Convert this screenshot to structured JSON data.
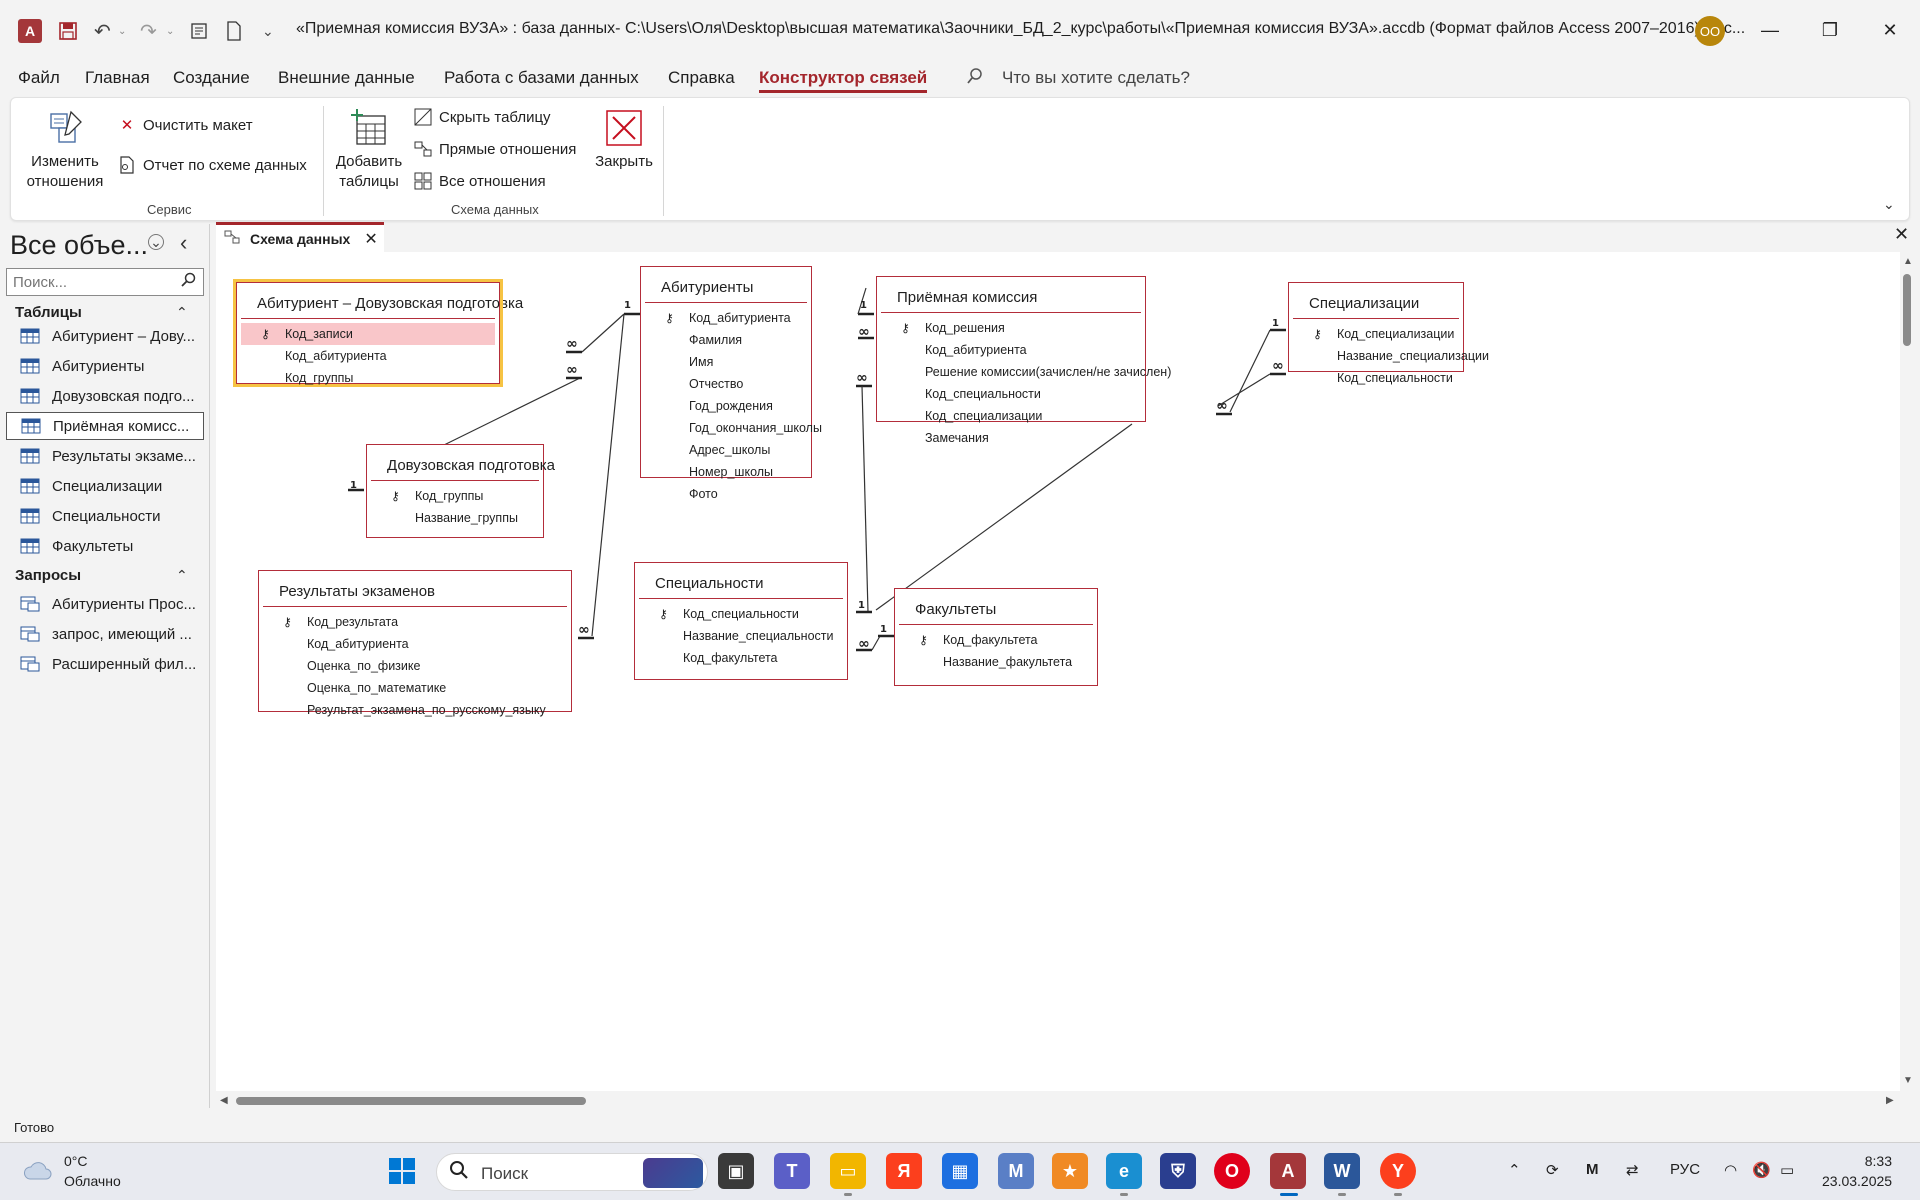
{
  "window": {
    "title": "«Приемная комиссия ВУЗА» : база данных- C:\\Users\\Оля\\Desktop\\высшая математика\\Заочники_БД_2_курс\\работы\\«Приемная комиссия ВУЗА».accdb (Формат файлов Access 2007–2016)  -  Ac...",
    "user_initials": "OO",
    "app_icon": "A"
  },
  "menu": {
    "tabs": [
      "Файл",
      "Главная",
      "Создание",
      "Внешние данные",
      "Работа с базами данных",
      "Справка",
      "Конструктор связей"
    ],
    "active_tab": "Конструктор связей",
    "tell_me": "Что вы хотите сделать?"
  },
  "ribbon": {
    "edit_relationships": "Изменить отношения",
    "clear_layout": "Очистить макет",
    "relationship_report": "Отчет по схеме данных",
    "group_service": "Сервис",
    "add_tables": "Добавить таблицы",
    "hide_table": "Скрыть таблицу",
    "direct_relationships": "Прямые отношения",
    "all_relationships": "Все отношения",
    "close": "Закрыть",
    "group_schema": "Схема данных"
  },
  "nav": {
    "title": "Все объе...",
    "search_placeholder": "Поиск...",
    "sections": [
      {
        "label": "Таблицы",
        "items": [
          "Абитуриент – Дову...",
          "Абитуриенты",
          "Довузовская подго...",
          "Приёмная комисс...",
          "Результаты экзаме...",
          "Специализации",
          "Специальности",
          "Факультеты"
        ],
        "selected_index": 3
      },
      {
        "label": "Запросы",
        "items": [
          "Абитуриенты Прос...",
          "запрос, имеющий ...",
          "Расширенный фил..."
        ]
      }
    ]
  },
  "document_tab": {
    "label": "Схема данных"
  },
  "tables": [
    {
      "name": "Абитуриент – Довузовская подготовка",
      "fields": [
        "Код_записи",
        "Код_абитуриента",
        "Код_группы"
      ],
      "keys": [
        0
      ],
      "highlight": 0,
      "selected": true
    },
    {
      "name": "Абитуриенты",
      "fields": [
        "Код_абитуриента",
        "Фамилия",
        "Имя",
        "Отчество",
        "Год_рождения",
        "Год_окончания_школы",
        "Адрес_школы",
        "Номер_школы",
        "Фото"
      ],
      "keys": [
        0
      ]
    },
    {
      "name": "Приёмная комиссия",
      "fields": [
        "Код_решения",
        "Код_абитуриента",
        "Решение комиссии(зачислен/не зачислен)",
        "Код_специальности",
        "Код_специализации",
        "Замечания"
      ],
      "keys": [
        0
      ]
    },
    {
      "name": "Специализации",
      "fields": [
        "Код_специализации",
        "Название_специализации",
        "Код_специальности"
      ],
      "keys": [
        0
      ]
    },
    {
      "name": "Довузовская подготовка",
      "fields": [
        "Код_группы",
        "Название_группы"
      ],
      "keys": [
        0
      ]
    },
    {
      "name": "Результаты экзаменов",
      "fields": [
        "Код_результата",
        "Код_абитуриента",
        "Оценка_по_физике",
        "Оценка_по_математике",
        "Результат_экзамена_по_русскому_языку"
      ],
      "keys": [
        0
      ]
    },
    {
      "name": "Специальности",
      "fields": [
        "Код_специальности",
        "Название_специальности",
        "Код_факультета"
      ],
      "keys": [
        0
      ]
    },
    {
      "name": "Факультеты",
      "fields": [
        "Код_факультета",
        "Название_факультета"
      ],
      "keys": [
        0
      ]
    }
  ],
  "relationship_labels": {
    "one": "1",
    "many": "∞"
  },
  "status": {
    "text": "Готово"
  },
  "taskbar": {
    "weather_temp": "0°C",
    "weather_desc": "Облачно",
    "search": "Поиск",
    "lang": "РУС",
    "time": "8:33",
    "date": "23.03.2025"
  }
}
